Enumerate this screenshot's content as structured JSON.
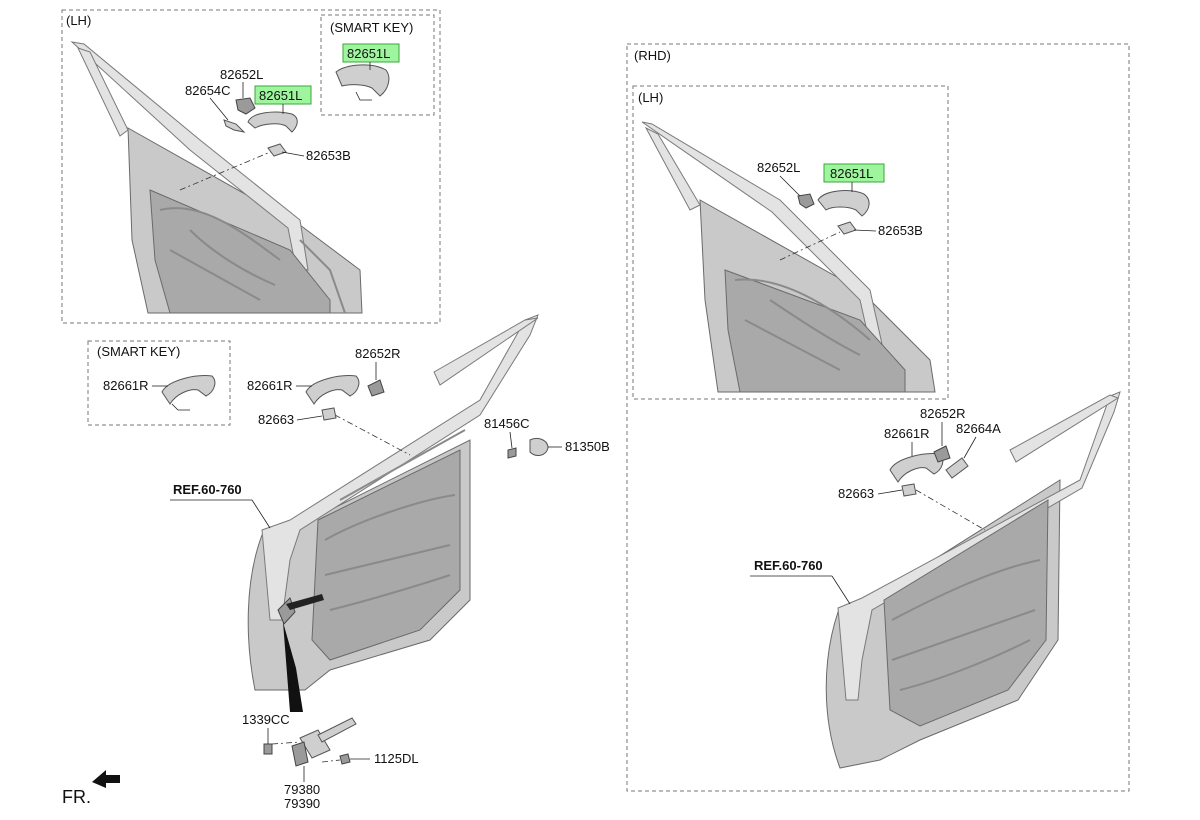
{
  "groups": {
    "lh_top": "(LH)",
    "smart_key_top": "(SMART KEY)",
    "rhd": "(RHD)",
    "rhd_lh": "(LH)",
    "smart_key_left": "(SMART KEY)"
  },
  "labels": {
    "p82652L_a": "82652L",
    "p82654C": "82654C",
    "p82651L_a": "82651L",
    "p82651L_sk": "82651L",
    "p82653B_a": "82653B",
    "p82652L_b": "82652L",
    "p82651L_b": "82651L",
    "p82653B_b": "82653B",
    "p82661R_sk": "82661R",
    "p82661R_a": "82661R",
    "p82652R_a": "82652R",
    "p82663_a": "82663",
    "p81456C": "81456C",
    "p81350B": "81350B",
    "ref_a": "REF.60-760",
    "p1339CC": "1339CC",
    "p1125DL": "1125DL",
    "p79380": "79380",
    "p79390": "79390",
    "p82652R_b": "82652R",
    "p82661R_b": "82661R",
    "p82664A": "82664A",
    "p82663_b": "82663",
    "ref_b": "REF.60-760"
  },
  "direction": {
    "label": "FR."
  },
  "colors": {
    "highlight": "#9ef59e",
    "highlight_border": "#3aa63a"
  }
}
